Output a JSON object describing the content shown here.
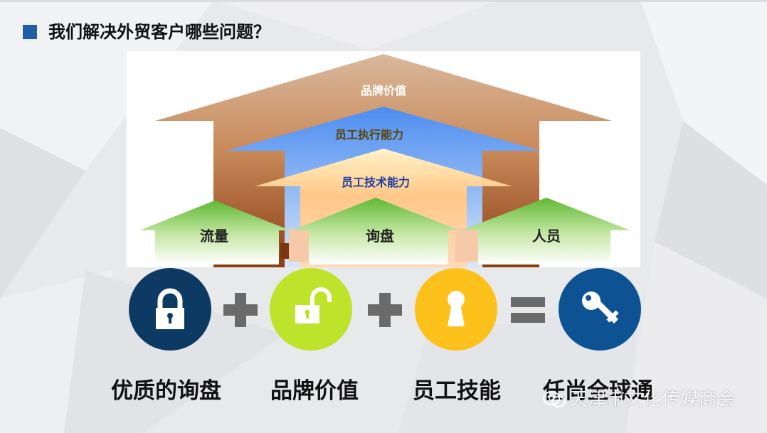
{
  "slide": {
    "title": "我们解决外贸客户哪些问题？"
  },
  "diagram": {
    "outer_roof": "品牌价值",
    "middle_roof": "员工执行能力",
    "inner_roof": "员工技术能力",
    "houses": [
      "流量",
      "询盘",
      "人员"
    ]
  },
  "equation": {
    "icons": [
      "lock-icon",
      "unlock-icon",
      "keyhole-icon",
      "key-icon"
    ],
    "operators": [
      "plus",
      "plus",
      "equals"
    ],
    "colors": [
      "#0d3a63",
      "#bde32a",
      "#fcc21b",
      "#0d5292"
    ],
    "captions": [
      "优质的询盘",
      "品牌价值",
      "员工技能",
      "任尚全球通"
    ]
  },
  "watermark": {
    "text": "天津市文化传媒商会"
  }
}
